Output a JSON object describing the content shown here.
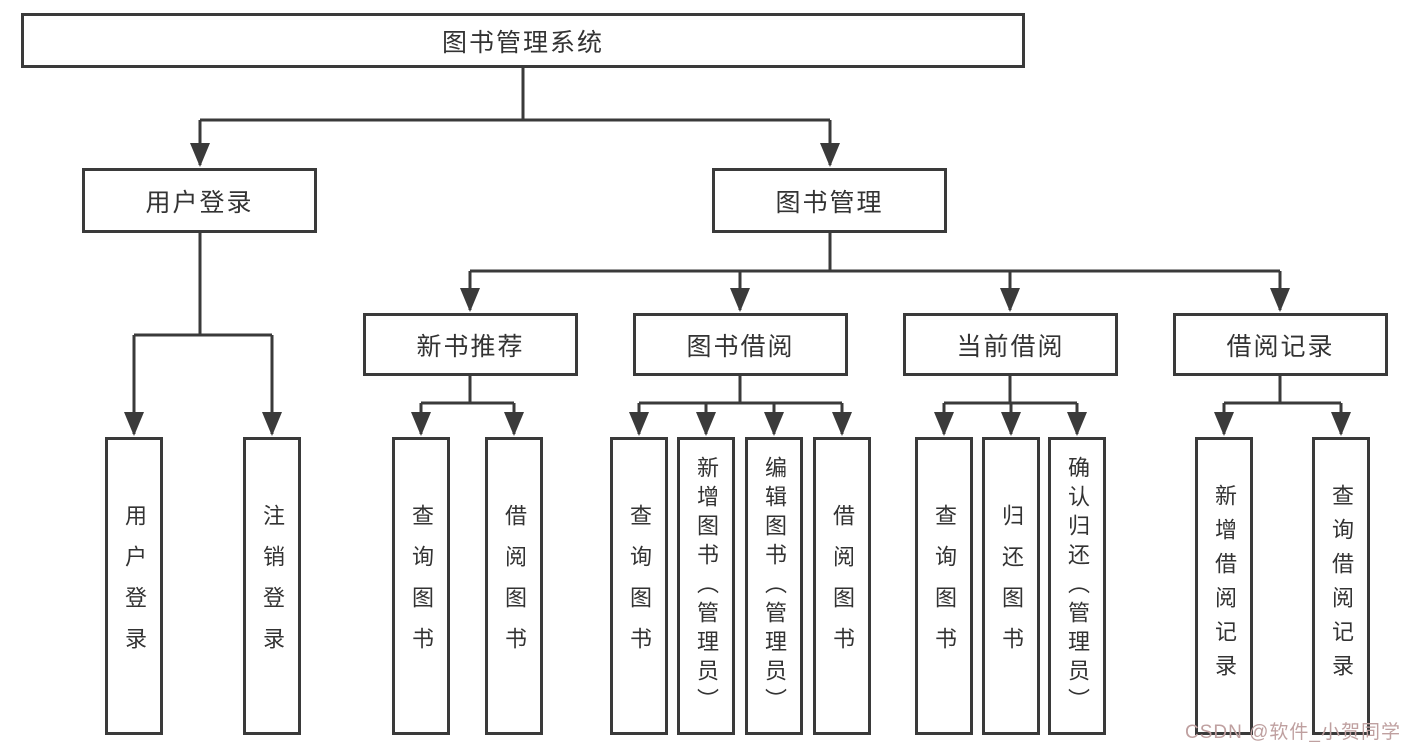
{
  "diagram_type": "functional-structure-tree",
  "colors": {
    "line": "#3a3a3a",
    "box_border": "#3a3a3a",
    "text": "#333333",
    "background": "#ffffff",
    "watermark": "#bfa0a0"
  },
  "watermark": {
    "text": "CSDN @软件_小贺同学"
  },
  "tree": {
    "label": "图书管理系统",
    "children": [
      {
        "label": "用户登录",
        "children": [
          {
            "label": "用户登录"
          },
          {
            "label": "注销登录"
          }
        ]
      },
      {
        "label": "图书管理",
        "children": [
          {
            "label": "新书推荐",
            "children": [
              {
                "label": "查询图书"
              },
              {
                "label": "借阅图书"
              }
            ]
          },
          {
            "label": "图书借阅",
            "children": [
              {
                "label": "查询图书"
              },
              {
                "label": "新增图书（管理员）"
              },
              {
                "label": "编辑图书（管理员）"
              },
              {
                "label": "借阅图书"
              }
            ]
          },
          {
            "label": "当前借阅",
            "children": [
              {
                "label": "查询图书"
              },
              {
                "label": "归还图书"
              },
              {
                "label": "确认归还（管理员）"
              }
            ]
          },
          {
            "label": "借阅记录",
            "children": [
              {
                "label": "新增借阅记录"
              },
              {
                "label": "查询借阅记录"
              }
            ]
          }
        ]
      }
    ]
  }
}
